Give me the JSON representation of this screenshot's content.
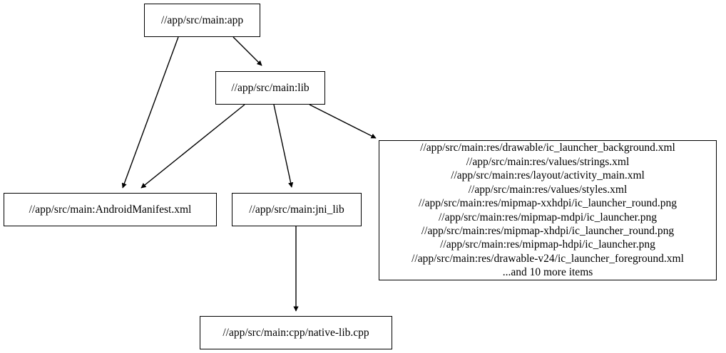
{
  "graph": {
    "type": "directed-dependency-graph",
    "nodes": [
      {
        "id": "app",
        "label": "//app/src/main:app"
      },
      {
        "id": "lib",
        "label": "//app/src/main:lib"
      },
      {
        "id": "manifest",
        "label": "//app/src/main:AndroidManifest.xml"
      },
      {
        "id": "jni",
        "label": "//app/src/main:jni_lib"
      },
      {
        "id": "res",
        "label": "//app/src/main:res/drawable/ic_launcher_background.xml\n//app/src/main:res/values/strings.xml\n//app/src/main:res/layout/activity_main.xml\n//app/src/main:res/values/styles.xml\n//app/src/main:res/mipmap-xxhdpi/ic_launcher_round.png\n//app/src/main:res/mipmap-mdpi/ic_launcher.png\n//app/src/main:res/mipmap-xhdpi/ic_launcher_round.png\n//app/src/main:res/mipmap-hdpi/ic_launcher.png\n//app/src/main:res/drawable-v24/ic_launcher_foreground.xml\n...and 10 more items"
      },
      {
        "id": "cpp",
        "label": "//app/src/main:cpp/native-lib.cpp"
      }
    ],
    "edges": [
      {
        "from": "app",
        "to": "manifest"
      },
      {
        "from": "app",
        "to": "lib"
      },
      {
        "from": "lib",
        "to": "manifest"
      },
      {
        "from": "lib",
        "to": "jni"
      },
      {
        "from": "lib",
        "to": "res"
      },
      {
        "from": "jni",
        "to": "cpp"
      }
    ],
    "colors": {
      "background": "#ffffff",
      "node_border": "#000000",
      "node_fill": "#ffffff",
      "edge": "#000000",
      "text": "#000000"
    }
  }
}
